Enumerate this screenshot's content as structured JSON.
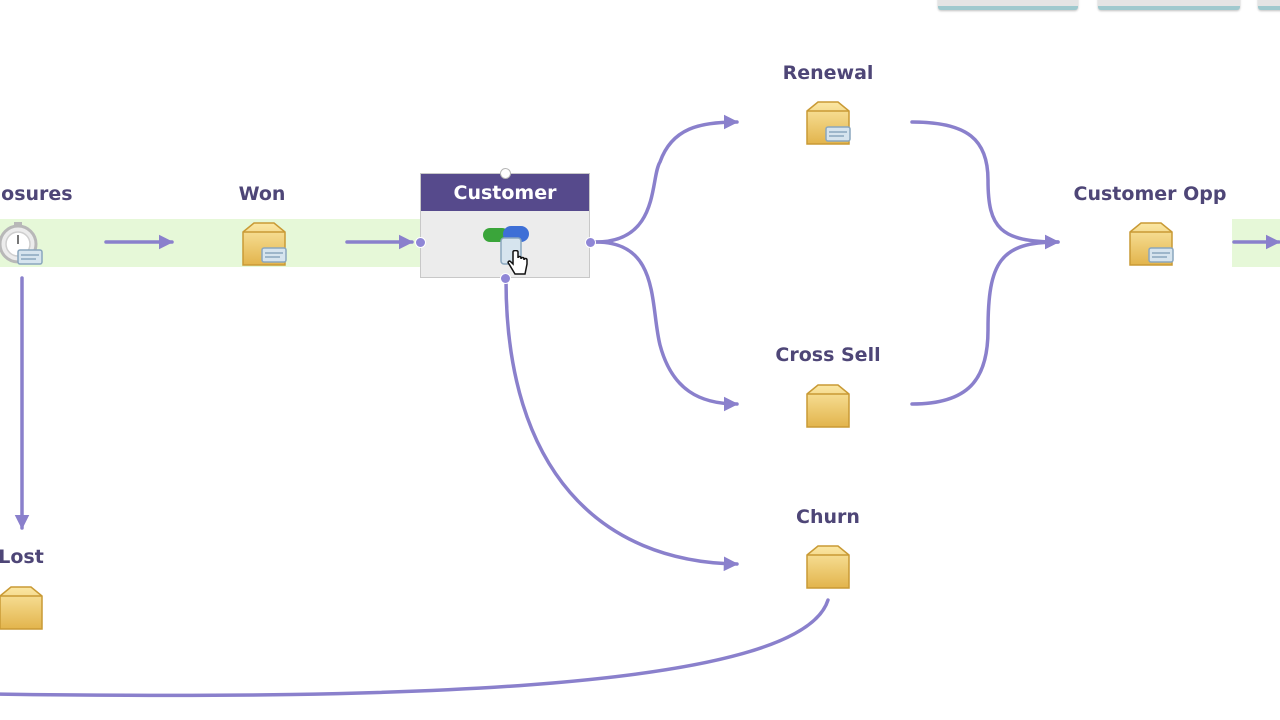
{
  "colors": {
    "accent": "#564a8c",
    "connector": "#8a80cc",
    "highlight_band": "#e6f8d8",
    "label": "#4e4677"
  },
  "nodes": {
    "closures": {
      "label": "closures",
      "icon": "stopwatch-folder-icon"
    },
    "won": {
      "label": "Won",
      "icon": "folder-document-icon"
    },
    "customer": {
      "label": "Customer",
      "icon": "customer-pills-icon"
    },
    "renewal": {
      "label": "Renewal",
      "icon": "folder-document-icon"
    },
    "cross_sell": {
      "label": "Cross Sell",
      "icon": "folder-icon"
    },
    "churn": {
      "label": "Churn",
      "icon": "folder-icon"
    },
    "customer_opp": {
      "label": "Customer Opp",
      "icon": "folder-document-icon"
    },
    "lost": {
      "label": "Lost",
      "icon": "folder-icon"
    }
  }
}
